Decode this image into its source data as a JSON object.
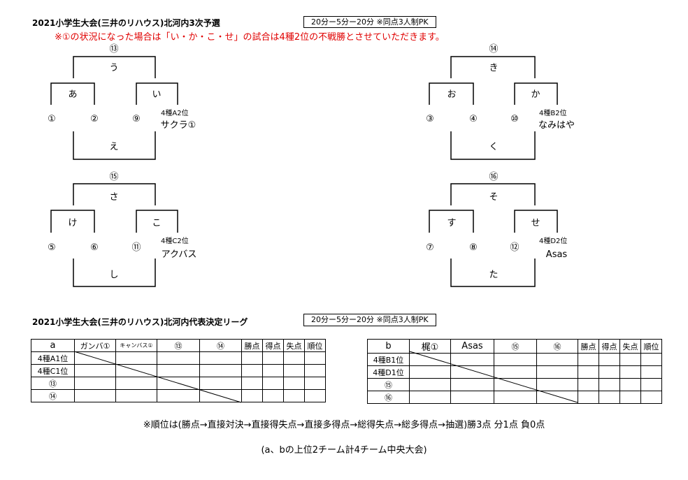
{
  "top": {
    "title": "2021小学生大会(三井のリハウス)北河内3次予選",
    "rule": "20分ー5分ー20分 ※同点3人制PK",
    "notice": "※①の状況になった場合は「い・か・こ・せ」の試合は4種2位の不戦勝とさせていただきます。"
  },
  "brackets": [
    {
      "top": "⑬",
      "center": "う",
      "left": "あ",
      "right": "い",
      "bottom": "え",
      "slots": [
        "①",
        "②",
        "⑨"
      ],
      "team_seed": "4種A2位",
      "team_name": "サクラ①"
    },
    {
      "top": "⑭",
      "center": "き",
      "left": "お",
      "right": "か",
      "bottom": "く",
      "slots": [
        "③",
        "④",
        "⑩"
      ],
      "team_seed": "4種B2位",
      "team_name": "なみはや"
    },
    {
      "top": "⑮",
      "center": "さ",
      "left": "け",
      "right": "こ",
      "bottom": "し",
      "slots": [
        "⑤",
        "⑥",
        "⑪"
      ],
      "team_seed": "4種C2位",
      "team_name": "アクバス"
    },
    {
      "top": "⑯",
      "center": "そ",
      "left": "す",
      "right": "せ",
      "bottom": "た",
      "slots": [
        "⑦",
        "⑧",
        "⑫"
      ],
      "team_seed": "4種D2位",
      "team_name": "Asas"
    }
  ],
  "league": {
    "title": "2021小学生大会(三井のリハウス)北河内代表決定リーグ",
    "rule": "20分ー5分ー20分 ※同点3人制PK",
    "score_headers": [
      "勝点",
      "得点",
      "失点",
      "順位"
    ],
    "tables": [
      {
        "group": "a",
        "teams": [
          "ガンバ①",
          "キャンバス①",
          "⑬",
          "⑭"
        ],
        "rows": [
          "4種A1位",
          "4種C1位",
          "⑬",
          "⑭"
        ]
      },
      {
        "group": "b",
        "teams": [
          "梶①",
          "Asas",
          "⑮",
          "⑯"
        ],
        "rows": [
          "4種B1位",
          "4種D1位",
          "⑮",
          "⑯"
        ]
      }
    ]
  },
  "footer": {
    "ranking": "※順位は(勝点→直接対決→直接得失点→直接多得点→総得失点→総多得点→抽選)勝3点 分1点 負0点",
    "note": "(a、bの上位2チーム計4チーム中央大会)"
  }
}
